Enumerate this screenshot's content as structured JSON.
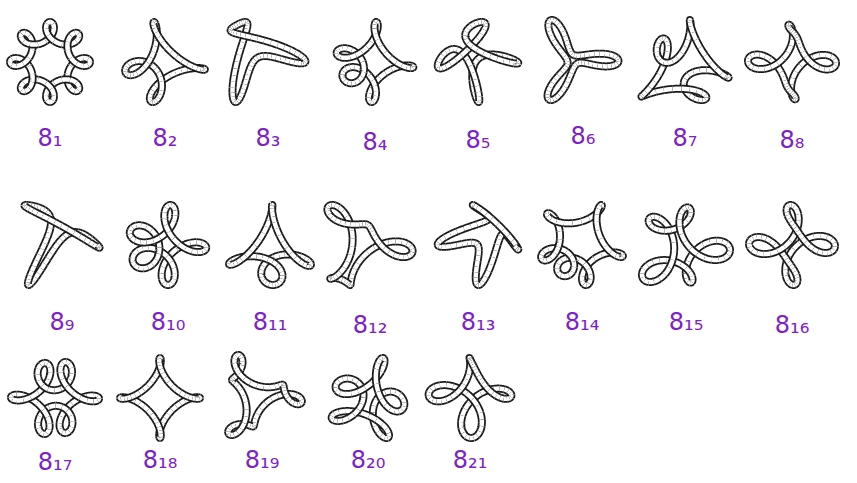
{
  "diagram": {
    "labels": [
      "8₁",
      "8₂",
      "8₃",
      "8₄",
      "8₅",
      "8₆",
      "8₇",
      "8₈",
      "8₉",
      "8₁₀",
      "8₁₁",
      "8₁₂",
      "8₁₃",
      "8₁₄",
      "8₁₅",
      "8₁₆",
      "8₁₇",
      "8₁₈",
      "8₁₉",
      "8₂₀",
      "8₂₁"
    ]
  }
}
